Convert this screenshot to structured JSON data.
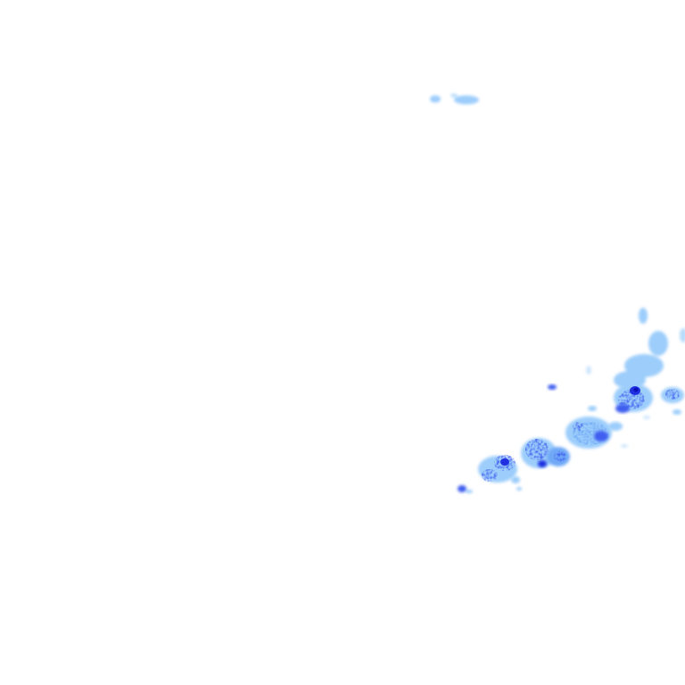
{
  "map": {
    "background_color": "#ffffff",
    "palette": {
      "light_precip": "#9ccdfb",
      "medium_precip": "#6fa8f6",
      "moderate_precip": "#3f5ef0",
      "heavy_precip": "#1f2fe0",
      "intense_precip": "#0c10b8"
    },
    "echo_cells": [
      {
        "id": "north-fragment",
        "intensity": "light_precip"
      },
      {
        "id": "east-band-upper",
        "intensity": "light_precip"
      },
      {
        "id": "east-cell-1",
        "intensity": "heavy_precip"
      },
      {
        "id": "east-cell-2",
        "intensity": "moderate_precip"
      },
      {
        "id": "central-cell",
        "intensity": "moderate_precip"
      },
      {
        "id": "southwest-cell-1",
        "intensity": "heavy_precip"
      },
      {
        "id": "southwest-cell-2",
        "intensity": "moderate_precip"
      },
      {
        "id": "southwest-tail",
        "intensity": "moderate_precip"
      }
    ]
  }
}
